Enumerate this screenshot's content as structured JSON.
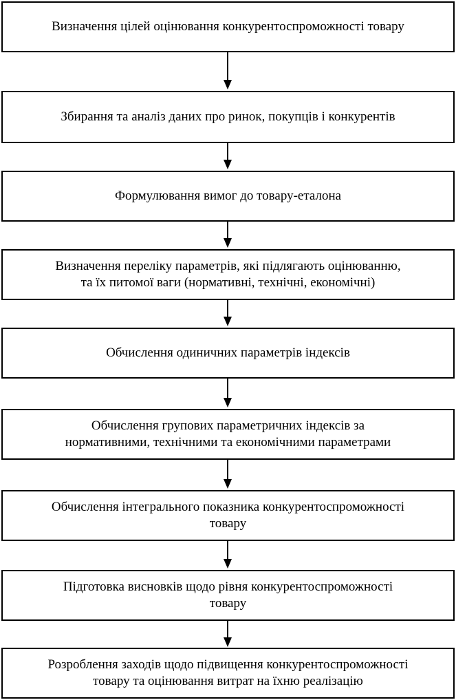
{
  "steps": [
    {
      "text": "Визначення цілей оцінювання конкурентоспроможності товару"
    },
    {
      "text": "Збирання та аналіз даних про ринок, покупців і конкурентів"
    },
    {
      "text": "Формулювання вимог до товару-еталона"
    },
    {
      "text": "Визначення переліку параметрів, які підлягають оцінюванню,\nта їх питомої ваги (нормативні, технічні, економічні)"
    },
    {
      "text": "Обчислення одиничних параметрів індексів"
    },
    {
      "text": "Обчислення групових параметричних індексів за\nнормативними, технічними та економічними параметрами"
    },
    {
      "text": "Обчислення інтегрального показника конкурентоспроможності\nтовару"
    },
    {
      "text": "Підготовка висновків щодо рівня конкурентоспроможності\nтовару"
    },
    {
      "text": "Розроблення заходів щодо підвищення конкурентоспроможності\nтовару та оцінювання витрат на їхню реалізацію"
    }
  ]
}
